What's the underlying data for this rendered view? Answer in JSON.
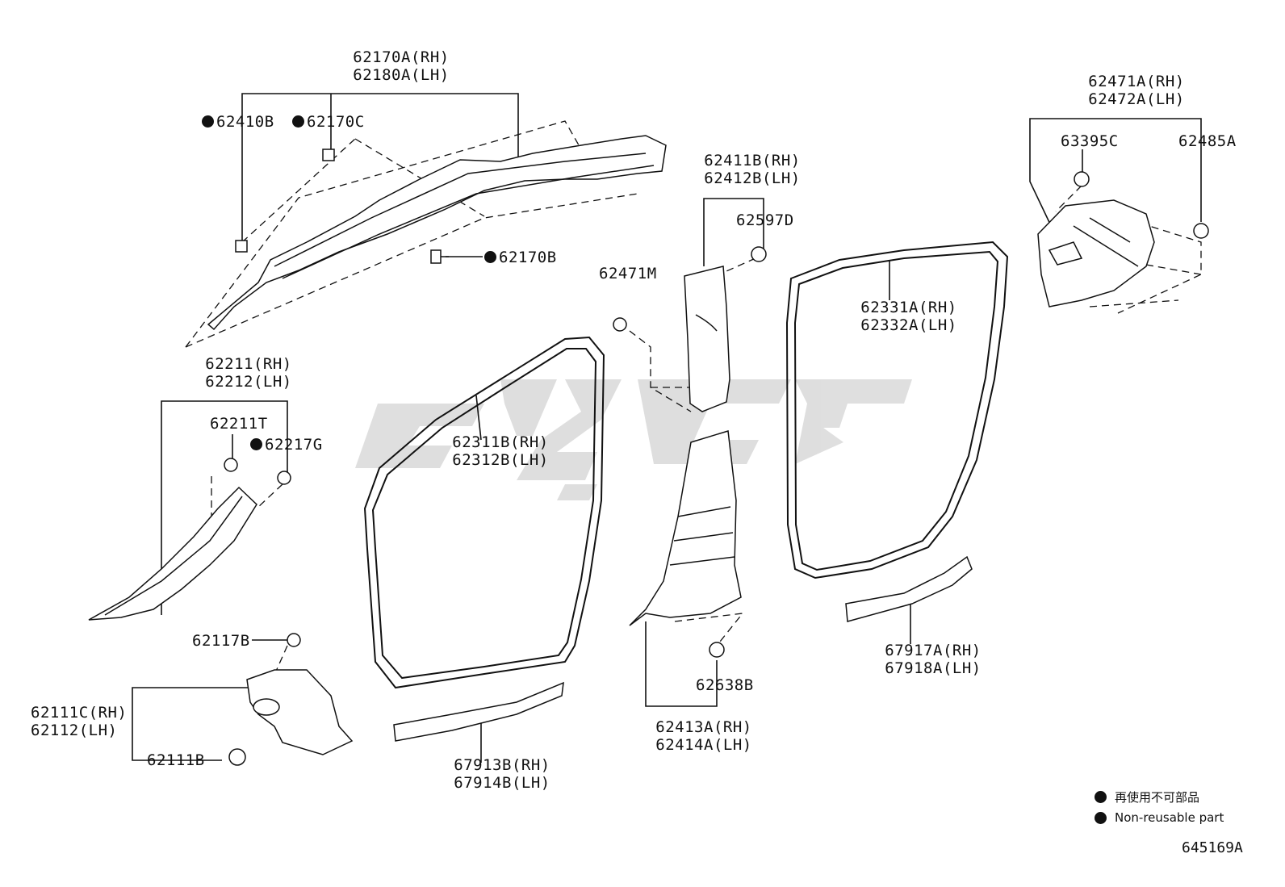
{
  "callouts": {
    "roof_side_trim": [
      "62170A(RH)",
      "62180A(LH)"
    ],
    "clip_62410B": "62410B",
    "clip_62170C": "62170C",
    "bolt_62170B": "62170B",
    "a_pillar": [
      "62211(RH)",
      "62212(LH)"
    ],
    "clip_62211T": "62211T",
    "clip_62217G": "62217G",
    "nut_62117B": "62117B",
    "cowl_side": [
      "62111C(RH)",
      "62112(LH)"
    ],
    "clip_62111B": "62111B",
    "front_weatherstrip": [
      "62311B(RH)",
      "62312B(LH)"
    ],
    "front_scuff": [
      "67913B(RH)",
      "67914B(LH)"
    ],
    "clip_62471M": "62471M",
    "b_pillar_upper": [
      "62411B(RH)",
      "62412B(LH)"
    ],
    "clip_62597D": "62597D",
    "b_pillar_lower": [
      "62413A(RH)",
      "62414A(LH)"
    ],
    "clip_62638B": "62638B",
    "rear_weatherstrip": [
      "62331A(RH)",
      "62332A(LH)"
    ],
    "rear_scuff": [
      "67917A(RH)",
      "67918A(LH)"
    ],
    "c_pillar": [
      "62471A(RH)",
      "62472A(LH)"
    ],
    "clip_63395C": "63395C",
    "clip_62485A": "62485A"
  },
  "legend": {
    "jp": "再使用不可部品",
    "en": "Non-reusable part"
  },
  "figure_number": "645169A",
  "colors": {
    "ink": "#111111",
    "watermark": "#d9d9d9"
  }
}
